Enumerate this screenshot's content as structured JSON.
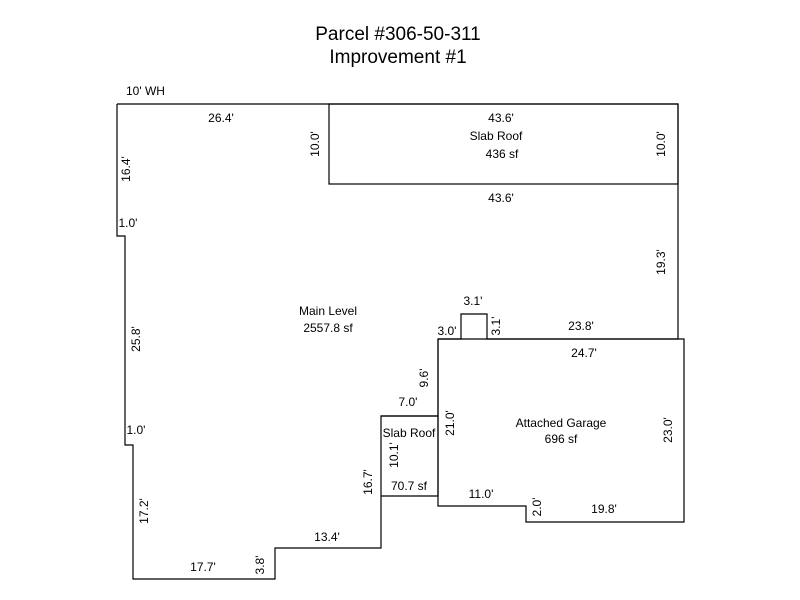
{
  "title": {
    "line1": "Parcel #306-50-311",
    "line2": "Improvement #1"
  },
  "wall_height_note": "10' WH",
  "areas": {
    "slab_roof_top": {
      "name": "Slab Roof",
      "area": "436 sf"
    },
    "main_level": {
      "name": "Main Level",
      "area": "2557.8 sf"
    },
    "attached_garage": {
      "name": "Attached Garage",
      "area": "696 sf"
    },
    "slab_roof_small": {
      "name": "Slab Roof",
      "area": "70.7 sf"
    }
  },
  "dimensions": {
    "main_top": "26.4'",
    "slab_left": "10.0'",
    "slab_top": "43.6'",
    "slab_right": "10.0'",
    "slab_bottom": "43.6'",
    "left_upper": "16.4'",
    "left_jog_upper": "1.0'",
    "left_mid": "25.8'",
    "left_jog_lower": "1.0'",
    "left_lower": "17.2'",
    "bottom_left": "17.7'",
    "bottom_step": "3.8'",
    "bottom_mid": "13.4'",
    "inner_vertical": "16.7'",
    "right_upper": "19.3'",
    "bump_top": "3.1'",
    "bump_left": "3.0'",
    "bump_right": "3.1'",
    "garage_top_right": "23.8'",
    "garage_top": "24.7'",
    "garage_left_upper": "9.6'",
    "slab_small_top": "7.0'",
    "garage_left": "21.0'",
    "slab_small_side": "10.1'",
    "garage_right": "23.0'",
    "garage_bottom_left": "11.0'",
    "garage_notch": "2.0'",
    "garage_bottom_right": "19.8'"
  }
}
